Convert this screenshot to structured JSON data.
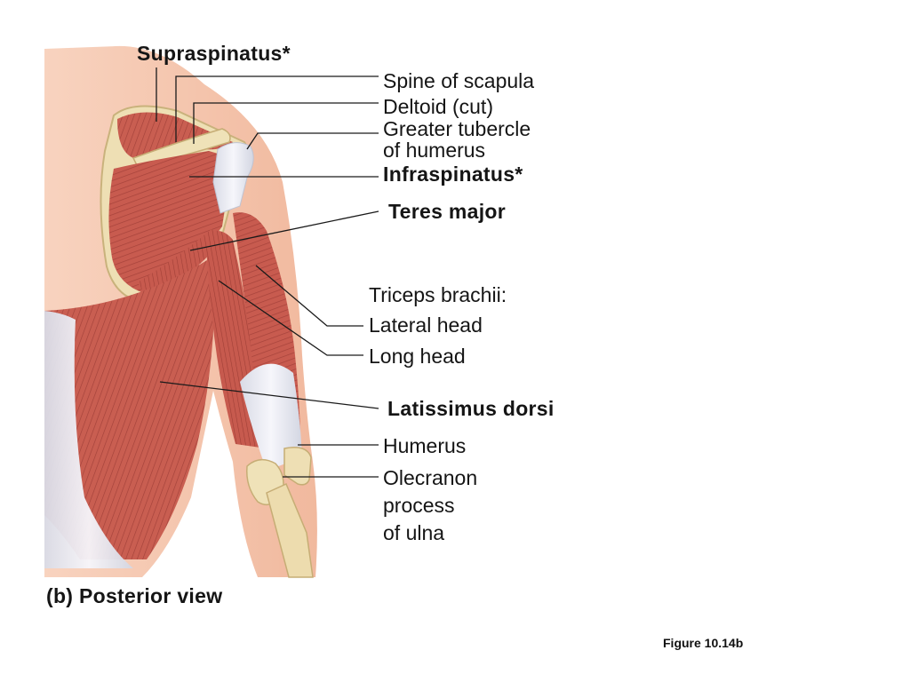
{
  "labels": {
    "supraspinatus": "Supraspinatus*",
    "spine_of_scapula": "Spine of scapula",
    "deltoid_cut": "Deltoid (cut)",
    "greater_tubercle_1": "Greater tubercle",
    "greater_tubercle_2": "of humerus",
    "infraspinatus": "Infraspinatus*",
    "teres_major": "Teres major",
    "triceps_brachii": "Triceps brachii:",
    "lateral_head": "Lateral head",
    "long_head": "Long head",
    "latissimus_dorsi": "Latissimus dorsi",
    "humerus": "Humerus",
    "olecranon_1": "Olecranon",
    "olecranon_2": "process",
    "olecranon_3": "of ulna"
  },
  "caption": "(b) Posterior view",
  "figure_number": "Figure 10.14b",
  "colors": {
    "skin": "#f6cbb4",
    "muscle": "#c85b4f",
    "muscle_dark": "#9e3c34",
    "tendon": "#e4e6ee",
    "bone": "#eedfb4",
    "leader_line": "#1a1a1a"
  }
}
